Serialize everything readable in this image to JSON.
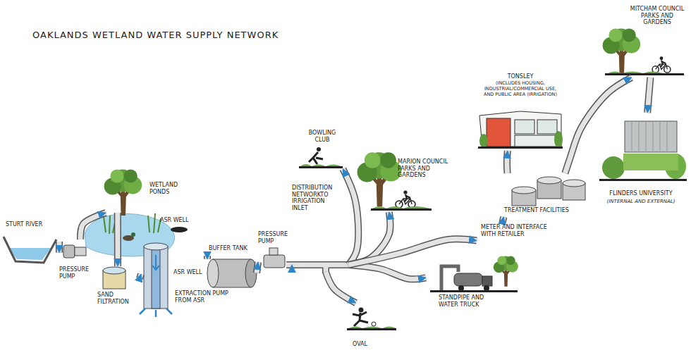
{
  "diagram": {
    "title": "OAKLANDS WETLAND WATER SUPPLY NETWORK",
    "nodes": [
      {
        "text": [
          "STURT RIVER"
        ]
      },
      {
        "text": [
          "PRESSURE PUMP"
        ]
      },
      {
        "text": [
          "WETLAND PONDS"
        ]
      },
      {
        "text": [
          "ASR WELL"
        ]
      },
      {
        "text": [
          "SAND FILTRATION"
        ]
      },
      {
        "text": [
          "ASR WELL"
        ]
      },
      {
        "text": [
          "EXTRACTION PUMP FROM ASR"
        ]
      },
      {
        "text": [
          "BUFFER TANK"
        ]
      },
      {
        "text": [
          "PRESSURE PUMP"
        ]
      },
      {
        "text": [
          "DISTRIBUTION NETWORKTO IRRIGATION INLET"
        ]
      },
      {
        "text": [
          "BOWLING CLUB"
        ]
      },
      {
        "text": [
          "MARION COUNCIL PARKS AND GARDENS"
        ]
      },
      {
        "text": [
          "OVAL"
        ]
      },
      {
        "text": [
          "STANDPIPE AND WATER TRUCK"
        ]
      },
      {
        "text": [
          "METER AND INTERFACE WITH RETAILER"
        ]
      },
      {
        "text": [
          "TREATMENT FACILITIES"
        ]
      },
      {
        "text": [
          "TONSLEY",
          "(INCLUDES HOUSING, INDUSTRIAL/COMMERCIAL USE, AND PUBLIC AREA (IRRIGATION)"
        ]
      },
      {
        "text": [
          "MITCHAM COUNCIL PARKS AND GARDENS"
        ]
      },
      {
        "text": [
          "FLINDERS UNIVERSITY",
          "(INTERNAL AND EXTERNAL)"
        ]
      }
    ],
    "edges": [
      {
        "from": 0,
        "to": 1,
        "arrow": "to"
      },
      {
        "from": 1,
        "to": 2,
        "arrow": "to"
      },
      {
        "from": 2,
        "to": 4,
        "arrow": "to"
      },
      {
        "from": 4,
        "to": 5,
        "arrow": "to"
      },
      {
        "from": 5,
        "to": 7,
        "arrow": "to"
      },
      {
        "from": 7,
        "to": 8,
        "arrow": "to"
      },
      {
        "from": 8,
        "to": 9,
        "arrow": "to"
      },
      {
        "from": 9,
        "to": 10,
        "arrow": "to"
      },
      {
        "from": 9,
        "to": 11,
        "arrow": "to"
      },
      {
        "from": 9,
        "to": 12,
        "arrow": "to"
      },
      {
        "from": 9,
        "to": 13,
        "arrow": "to"
      },
      {
        "from": 9,
        "to": 14,
        "arrow": "to"
      },
      {
        "from": 14,
        "to": 15,
        "arrow": "to"
      },
      {
        "from": 15,
        "to": 16,
        "arrow": "to"
      },
      {
        "from": 15,
        "to": 17,
        "arrow": "to"
      },
      {
        "from": 17,
        "to": 18,
        "arrow": "to"
      }
    ]
  }
}
